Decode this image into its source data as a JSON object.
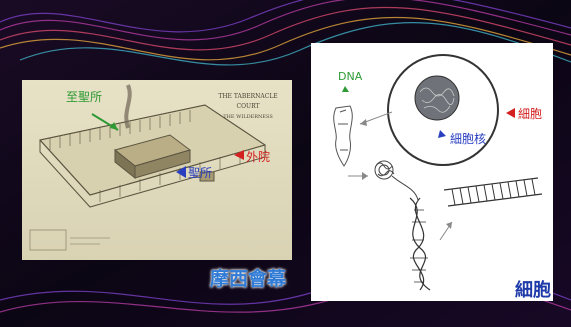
{
  "tabernacle": {
    "plaque_lines": [
      "THE TABERNACLE",
      "COURT",
      "THE WILDERNESS"
    ],
    "labels": {
      "holy_of_holies": "至聖所",
      "holy_place": "聖所",
      "outer_court": "外院"
    },
    "caption": "摩西會幕"
  },
  "cell": {
    "labels": {
      "dna": "DNA",
      "nucleus": "細胞核",
      "cell": "細胞"
    },
    "caption": "細胞"
  },
  "colors": {
    "holy_of_holies_label": "#2e9a34",
    "holy_place_label": "#2a3fbf",
    "outer_court_label": "#d42020",
    "dna_label": "#2e9a34",
    "nucleus_label": "#2a3fbf",
    "cell_label": "#d42020",
    "caption_left": "#2f7bd6",
    "caption_right": "#1e3aa8"
  },
  "icons": [
    "green-arrow-icon",
    "blue-arrow-icon",
    "red-arrow-icon"
  ]
}
